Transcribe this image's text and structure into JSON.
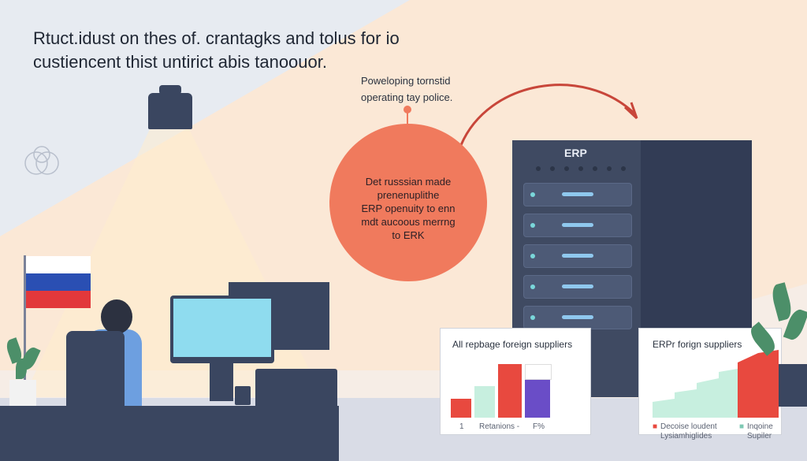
{
  "headline": {
    "line1": "Rtuct.idust on thes of. crantagks and tolus for io",
    "line2": "custiencent thist untirict abis tanoouor."
  },
  "note": {
    "line1": "Poweloping tornstid",
    "line2": "operating tay police."
  },
  "circle": {
    "line1": "Det russsian made",
    "line2": "prenenuplithe",
    "line3": "ERP openuity to enn",
    "line4": "mdt aucoous merrng",
    "line5": "to ERK"
  },
  "server": {
    "label": "ERP"
  },
  "panel_left": {
    "title": "All repbage foreign suppliers",
    "legend": {
      "num": "1",
      "label1": "Retanions -",
      "label2": "F%"
    }
  },
  "panel_right": {
    "title": "ERPr forign suppliers",
    "legend": {
      "a": "Decoise loudent",
      "b": "Lysiamhiglides",
      "c": "Inqoine",
      "d": "Supiler"
    }
  },
  "colors": {
    "accent_coral": "#f07a5d",
    "server_navy": "#3f4a62",
    "bar_red": "#e8493f",
    "bar_mint": "#c7efdf",
    "bar_purple": "#6a4dc7",
    "flag_blue": "#2a4fb3",
    "flag_red": "#e2383b"
  }
}
